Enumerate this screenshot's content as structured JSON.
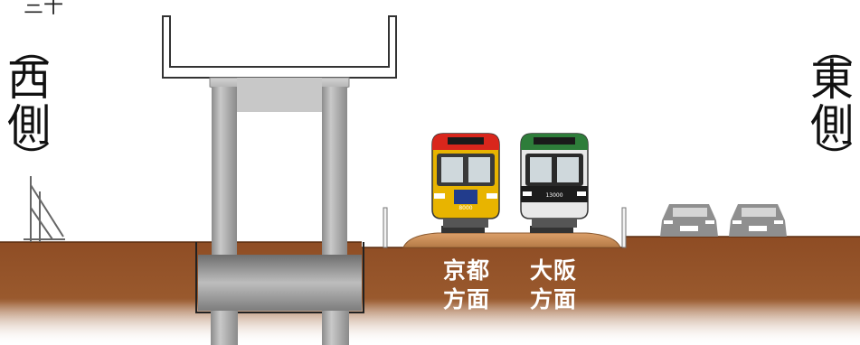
{
  "header": {
    "fragment": "三十"
  },
  "labels": {
    "west": {
      "open": "（",
      "line1": "西",
      "line2": "側",
      "close": "）"
    },
    "east": {
      "open": "（",
      "line1": "東",
      "line2": "側",
      "close": "）"
    }
  },
  "tracks": {
    "kyoto": {
      "line1": "京都",
      "line2": "方面"
    },
    "osaka": {
      "line1": "大阪",
      "line2": "方面"
    }
  },
  "trains": {
    "kyoto_bound": {
      "number": "8000",
      "color": "#e8b400",
      "accent": "#d9261c"
    },
    "osaka_bound": {
      "number": "13000",
      "color": "#2e7d3a",
      "accent": "#1c1c1c"
    }
  },
  "colors": {
    "ground": "#8b4a22",
    "concrete": "#a7a7a7",
    "ballast": "#c98a55"
  }
}
